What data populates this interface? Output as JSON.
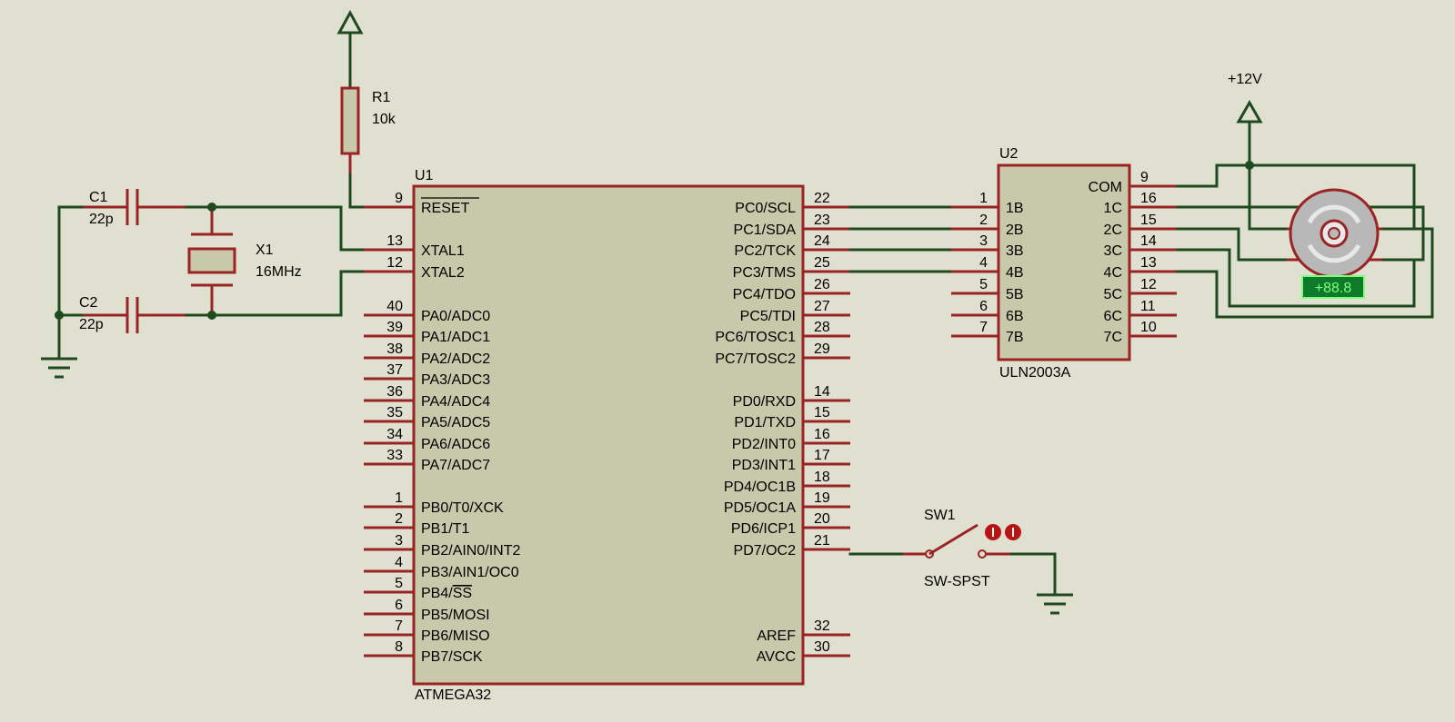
{
  "u1": {
    "ref": "U1",
    "part": "ATMEGA32",
    "left_pins": [
      {
        "no": "9",
        "name": "RESET",
        "overbar": true
      },
      {
        "no": "13",
        "name": "XTAL1"
      },
      {
        "no": "12",
        "name": "XTAL2"
      },
      {
        "no": "40",
        "name": "PA0/ADC0"
      },
      {
        "no": "39",
        "name": "PA1/ADC1"
      },
      {
        "no": "38",
        "name": "PA2/ADC2"
      },
      {
        "no": "37",
        "name": "PA3/ADC3"
      },
      {
        "no": "36",
        "name": "PA4/ADC4"
      },
      {
        "no": "35",
        "name": "PA5/ADC5"
      },
      {
        "no": "34",
        "name": "PA6/ADC6"
      },
      {
        "no": "33",
        "name": "PA7/ADC7"
      },
      {
        "no": "1",
        "name": "PB0/T0/XCK"
      },
      {
        "no": "2",
        "name": "PB1/T1"
      },
      {
        "no": "3",
        "name": "PB2/AIN0/INT2"
      },
      {
        "no": "4",
        "name": "PB3/AIN1/OC0"
      },
      {
        "no": "5",
        "name": "PB4/",
        "name_over": "SS"
      },
      {
        "no": "6",
        "name": "PB5/MOSI"
      },
      {
        "no": "7",
        "name": "PB6/MISO"
      },
      {
        "no": "8",
        "name": "PB7/SCK"
      }
    ],
    "right_pins": [
      {
        "no": "22",
        "name": "PC0/SCL"
      },
      {
        "no": "23",
        "name": "PC1/SDA"
      },
      {
        "no": "24",
        "name": "PC2/TCK"
      },
      {
        "no": "25",
        "name": "PC3/TMS"
      },
      {
        "no": "26",
        "name": "PC4/TDO"
      },
      {
        "no": "27",
        "name": "PC5/TDI"
      },
      {
        "no": "28",
        "name": "PC6/TOSC1"
      },
      {
        "no": "29",
        "name": "PC7/TOSC2"
      },
      {
        "no": "14",
        "name": "PD0/RXD"
      },
      {
        "no": "15",
        "name": "PD1/TXD"
      },
      {
        "no": "16",
        "name": "PD2/INT0"
      },
      {
        "no": "17",
        "name": "PD3/INT1"
      },
      {
        "no": "18",
        "name": "PD4/OC1B"
      },
      {
        "no": "19",
        "name": "PD5/OC1A"
      },
      {
        "no": "20",
        "name": "PD6/ICP1"
      },
      {
        "no": "21",
        "name": "PD7/OC2"
      },
      {
        "no": "32",
        "name": "AREF"
      },
      {
        "no": "30",
        "name": "AVCC"
      }
    ]
  },
  "u2": {
    "ref": "U2",
    "part": "ULN2003A",
    "left_pins": [
      {
        "no": "1",
        "name": "1B"
      },
      {
        "no": "2",
        "name": "2B"
      },
      {
        "no": "3",
        "name": "3B"
      },
      {
        "no": "4",
        "name": "4B"
      },
      {
        "no": "5",
        "name": "5B"
      },
      {
        "no": "6",
        "name": "6B"
      },
      {
        "no": "7",
        "name": "7B"
      }
    ],
    "right_pins": [
      {
        "no": "9",
        "name": "COM"
      },
      {
        "no": "16",
        "name": "1C"
      },
      {
        "no": "15",
        "name": "2C"
      },
      {
        "no": "14",
        "name": "3C"
      },
      {
        "no": "13",
        "name": "4C"
      },
      {
        "no": "12",
        "name": "5C"
      },
      {
        "no": "11",
        "name": "6C"
      },
      {
        "no": "10",
        "name": "7C"
      }
    ]
  },
  "r1": {
    "ref": "R1",
    "value": "10k"
  },
  "c1": {
    "ref": "C1",
    "value": "22p"
  },
  "c2": {
    "ref": "C2",
    "value": "22p"
  },
  "x1": {
    "ref": "X1",
    "value": "16MHz"
  },
  "sw1": {
    "ref": "SW1",
    "part": "SW-SPST"
  },
  "power": {
    "label": "+12V"
  },
  "motor": {
    "readout": "+88.8"
  },
  "colors": {
    "background": "#e0e0d0",
    "wire": "#1f4a1f",
    "component": "#9a2424",
    "chip_fill": "#c8c8aa",
    "readout_bg": "#0f7a2a",
    "readout_text": "#7dff7d"
  }
}
